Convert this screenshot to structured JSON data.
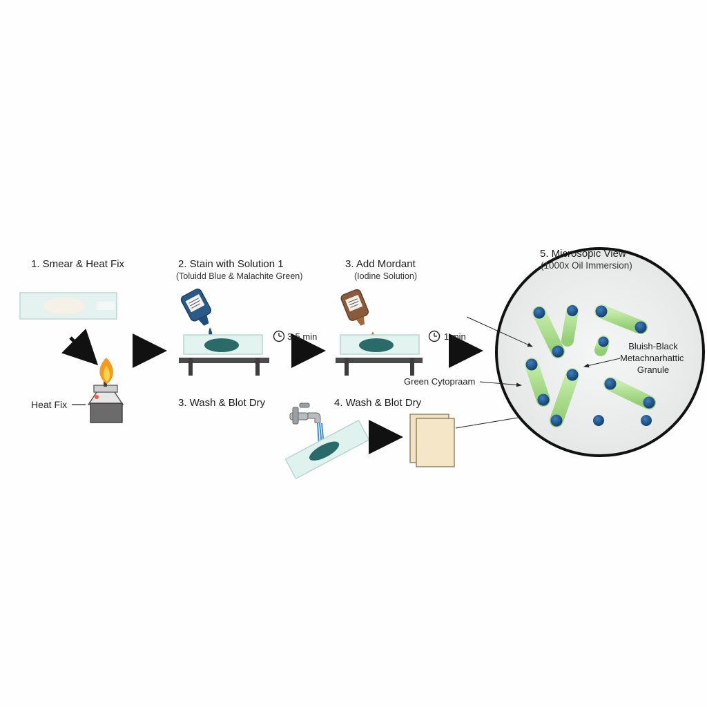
{
  "steps": {
    "step1": {
      "title": "1. Smear & Heat Fix",
      "heat_fix_label": "Heat Fix"
    },
    "step2": {
      "title": "2. Stain with Solution 1",
      "subtitle": "(Toluidd Blue & Malachite Green)",
      "time": "3-5 min"
    },
    "step3": {
      "title": "3. Add Mordant",
      "subtitle": "(Iodine Solution)",
      "time": "1 min"
    },
    "wash_a": {
      "title": "3. Wash & Blot Dry"
    },
    "wash_b": {
      "title": "4. Wash & Blot Dry"
    },
    "step5": {
      "title": "5. Microsopic View",
      "subtitle": "(1000x Oil Immersion)",
      "granule_label_line1": "Bluish-Black",
      "granule_label_line2": "Metachnarhattic",
      "granule_label_line3": "Granule",
      "cytoplasm_label": "Green Cytopraam"
    }
  },
  "colors": {
    "stain_blue": "#1f4e79",
    "mordant_brown": "#8a5a3a",
    "smear_teal": "#2a6b6a",
    "cell_green": "#a9dc8a",
    "granule_blue": "#1d4f8a",
    "slide": "#dff2ee",
    "paper": "#f4e6c6"
  },
  "icons": [
    "flame-icon",
    "burner-icon",
    "bottle-icon",
    "dropper-bottle-icon",
    "clock-icon",
    "faucet-icon",
    "blotting-paper-icon",
    "slide-icon",
    "microscope-field-icon",
    "arrow-icon"
  ]
}
